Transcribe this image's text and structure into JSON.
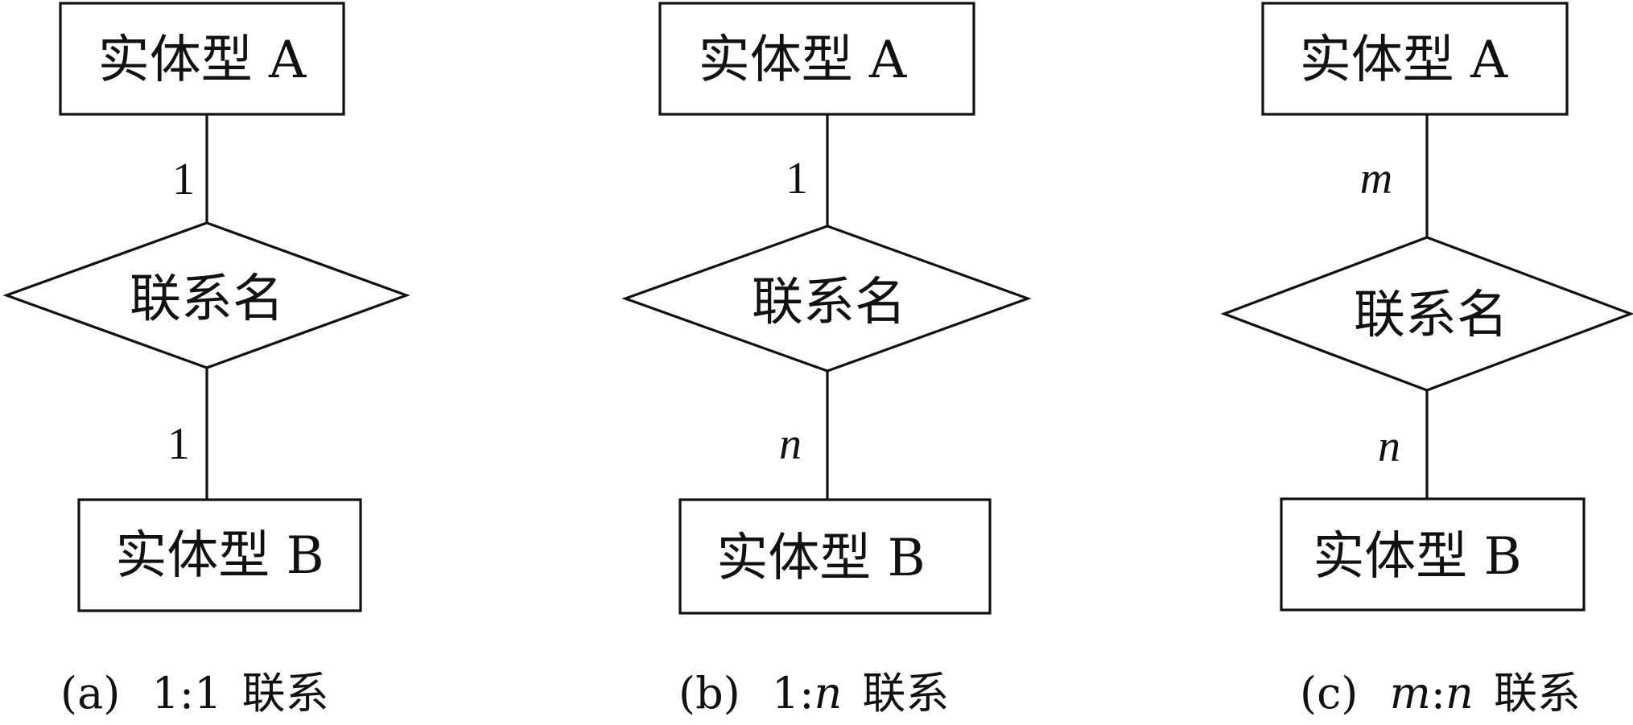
{
  "panels": [
    {
      "entity_a": "实体型 A",
      "relationship": "联系名",
      "entity_b": "实体型 B",
      "card_top": "1",
      "card_bottom": "1",
      "caption_prefix": "(a)",
      "caption_ratio_a": "1",
      "caption_sep": ":",
      "caption_ratio_b": "1",
      "caption_word": "联系"
    },
    {
      "entity_a": "实体型 A",
      "relationship": "联系名",
      "entity_b": "实体型 B",
      "card_top": "1",
      "card_bottom": "n",
      "caption_prefix": "(b)",
      "caption_ratio_a": "1",
      "caption_sep": ":",
      "caption_ratio_b": "n",
      "caption_word": "联系"
    },
    {
      "entity_a": "实体型 A",
      "relationship": "联系名",
      "entity_b": "实体型 B",
      "card_top": "m",
      "card_bottom": "n",
      "caption_prefix": "(c)",
      "caption_ratio_a": "m",
      "caption_sep": ":",
      "caption_ratio_b": "n",
      "caption_word": "联系"
    }
  ]
}
